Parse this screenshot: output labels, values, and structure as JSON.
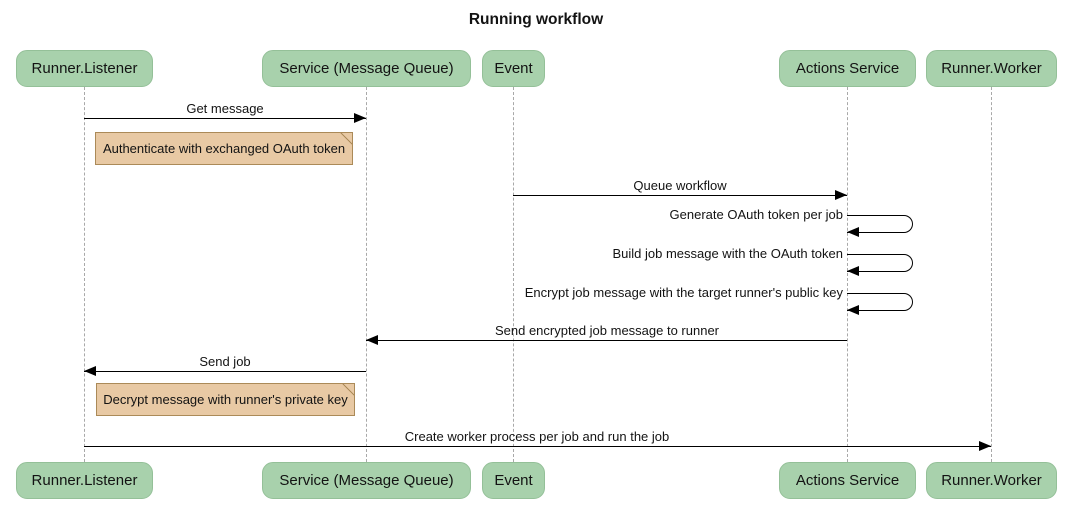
{
  "title": "Running workflow",
  "participants": [
    {
      "label": "Runner.Listener"
    },
    {
      "label": "Service (Message Queue)"
    },
    {
      "label": "Event"
    },
    {
      "label": "Actions Service"
    },
    {
      "label": "Runner.Worker"
    }
  ],
  "messages": [
    {
      "label": "Get message",
      "from": "Runner.Listener",
      "to": "Service (Message Queue)"
    },
    {
      "label": "Queue workflow",
      "from": "Event",
      "to": "Actions Service"
    },
    {
      "label": "Generate OAuth token per job",
      "from": "Actions Service",
      "to": "Actions Service",
      "self": true
    },
    {
      "label": "Build job message with the OAuth token",
      "from": "Actions Service",
      "to": "Actions Service",
      "self": true
    },
    {
      "label": "Encrypt job message with the target runner's public key",
      "from": "Actions Service",
      "to": "Actions Service",
      "self": true
    },
    {
      "label": "Send encrypted job message to runner",
      "from": "Actions Service",
      "to": "Service (Message Queue)"
    },
    {
      "label": "Send job",
      "from": "Service (Message Queue)",
      "to": "Runner.Listener"
    },
    {
      "label": "Create worker process per job and run the job",
      "from": "Runner.Listener",
      "to": "Runner.Worker"
    }
  ],
  "notes": [
    {
      "label": "Authenticate with exchanged OAuth token"
    },
    {
      "label": "Decrypt message with runner's private key"
    }
  ],
  "colors": {
    "background": "#ffffff",
    "text": "#131313",
    "participant_fill": "#a8d1ac",
    "participant_border": "#94c098",
    "note_fill": "#e8c9a4",
    "note_border": "#ab8a58",
    "lifeline": "#a9a9a9",
    "message": "#000000"
  }
}
